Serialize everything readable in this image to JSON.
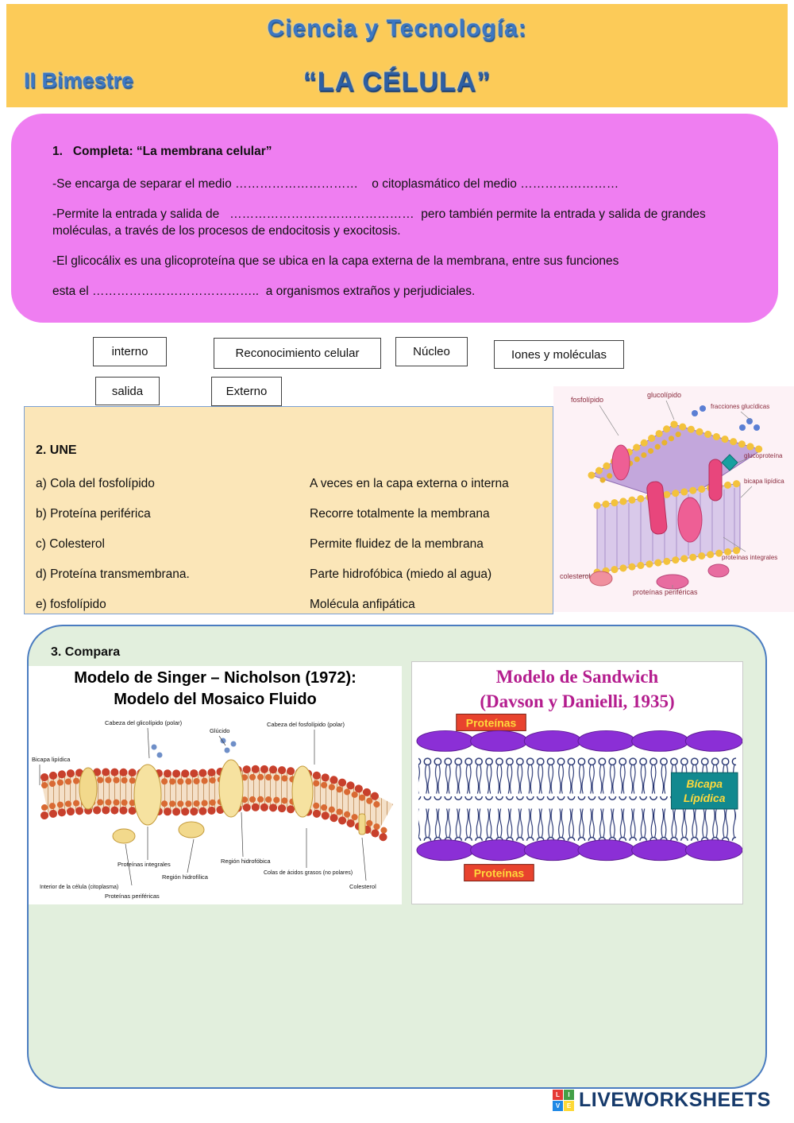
{
  "header": {
    "subject": "Ciencia y Tecnología:",
    "bimester": "II Bimestre",
    "title": "“LA CÉLULA”"
  },
  "exercise1": {
    "title": "1.   Completa: “La membrana celular”",
    "lines": [
      "-Se encarga de separar el medio …………………………    o citoplasmático del medio ……………………",
      "-Permite la entrada y salida de   ………………………………………  pero también permite la entrada y salida de grandes moléculas, a través de los procesos de endocitosis y exocitosis.",
      "-El glicocálix es una glicoproteína que se ubica en la capa externa de la membrana, entre sus funciones",
      "esta el …………………………………..  a organismos extraños y perjudiciales."
    ]
  },
  "word_bank": {
    "items": [
      "interno",
      "Reconocimiento celular",
      "Núcleo",
      "Iones y moléculas",
      "salida",
      "Externo"
    ]
  },
  "exercise2": {
    "title": "2. UNE",
    "pairs": [
      {
        "left": "a) Cola del fosfolípido",
        "right": "A veces en la capa externa o interna"
      },
      {
        "left": "b) Proteína periférica",
        "right": "Recorre totalmente la membrana"
      },
      {
        "left": "c) Colesterol",
        "right": "Permite fluidez de la membrana"
      },
      {
        "left": "d) Proteína transmembrana.",
        "right": "Parte hidrofóbica (miedo al agua)"
      },
      {
        "left": "e) fosfolípido",
        "right": "Molécula anfipática"
      }
    ]
  },
  "membrane_figure": {
    "labels": [
      "fosfolípido",
      "glucolípido",
      "fracciones glucídicas",
      "glucoproteína",
      "bicapa lipídica",
      "proteínas integrales",
      "colesterol",
      "proteínas periféricas"
    ]
  },
  "exercise3": {
    "title": "3. Compara",
    "singer": {
      "title_line1": "Modelo de Singer – Nicholson (1972):",
      "title_line2": "Modelo del Mosaico Fluido",
      "labels": [
        "Bicapa lipídica",
        "Cabeza del glicolípido (polar)",
        "Glúcido",
        "Cabeza del fosfolípido (polar)",
        "Proteínas integrales",
        "Región hidrofóbica",
        "Región hidrofílica",
        "Colas de ácidos grasos (no polares)",
        "Colesterol",
        "Interior de la célula (citoplasma)",
        "Proteínas periféricas"
      ]
    },
    "sandwich": {
      "title_line1": "Modelo de Sandwich",
      "title_line2": "(Davson y Danielli, 1935)",
      "proteins_top": "Proteínas",
      "proteins_bottom": "Proteínas",
      "bilayer_line1": "Bícapa",
      "bilayer_line2": "Lípídica"
    }
  },
  "footer": {
    "brand": "LIVEWORKSHEETS",
    "logo_letters": [
      "L",
      "I",
      "V",
      "E"
    ]
  },
  "palette": {
    "banner_yellow": "#fccb58",
    "exercise1_pink": "#ef7ef1",
    "exercise2_cream": "#fbe6b8",
    "exercise3_green": "#e2efdd",
    "border_blue": "#4a7cc0",
    "sandwich_title_magenta": "#b41d8e",
    "protein_label_red": "#e8432e",
    "protein_label_yellow_text": "#ffd93b",
    "bilayer_teal": "#12898f",
    "ellipse_purple": "#8b2fd6",
    "brand_navy": "#163a6b"
  }
}
